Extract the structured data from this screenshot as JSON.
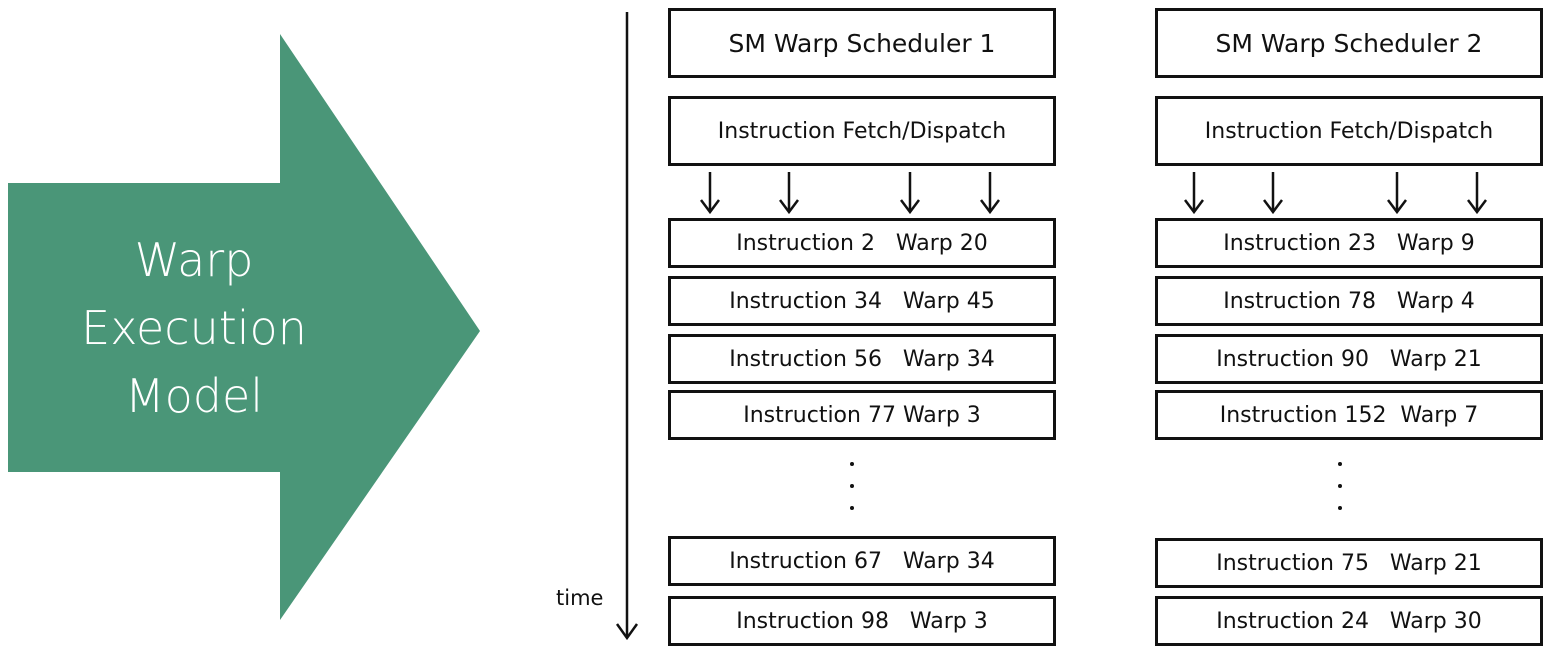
{
  "arrow": {
    "label_lines": [
      "Warp",
      "Execution",
      "Model"
    ],
    "fill_color": "#4a9678"
  },
  "time_label": "time",
  "schedulers": [
    {
      "title": "SM Warp Scheduler 1",
      "fetch_label": "Instruction Fetch/Dispatch",
      "instructions_top": [
        "Instruction 2   Warp 20",
        "Instruction 34   Warp 45",
        "Instruction 56   Warp 34",
        "Instruction 77 Warp 3"
      ],
      "instructions_bottom": [
        "Instruction 67   Warp 34",
        "Instruction 98   Warp 3"
      ]
    },
    {
      "title": "SM Warp Scheduler 2",
      "fetch_label": "Instruction Fetch/Dispatch",
      "instructions_top": [
        "Instruction 23   Warp 9",
        "Instruction 78   Warp 4",
        "Instruction 90   Warp 21",
        "Instruction 152  Warp 7"
      ],
      "instructions_bottom": [
        "Instruction 75   Warp 21",
        "Instruction 24   Warp 30"
      ]
    }
  ]
}
